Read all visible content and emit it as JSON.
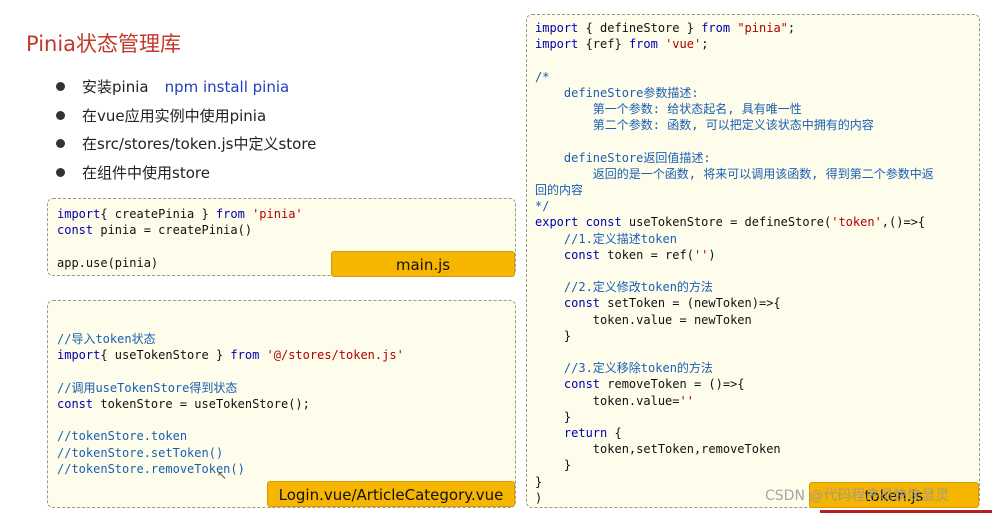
{
  "title": "Pinia状态管理库",
  "bullets": [
    {
      "text": "安装pinia",
      "cmd": "npm install pinia"
    },
    {
      "text": "在vue应用实例中使用pinia",
      "cmd": ""
    },
    {
      "text": "在src/stores/token.js中定义store",
      "cmd": ""
    },
    {
      "text": "在组件中使用store",
      "cmd": ""
    }
  ],
  "main_panel": {
    "lines": [
      [
        [
          "kw",
          "import"
        ],
        [
          "",
          "{ createPinia } "
        ],
        [
          "kw",
          "from"
        ],
        [
          "str",
          " 'pinia'"
        ]
      ],
      [
        [
          "kw",
          "const"
        ],
        [
          "",
          " pinia = createPinia()"
        ]
      ],
      [
        [
          "",
          ""
        ]
      ],
      [
        [
          "",
          "app.use(pinia)"
        ]
      ]
    ],
    "tag": "main.js"
  },
  "login_panel": {
    "lines": [
      [
        [
          "",
          ""
        ]
      ],
      [
        [
          "com",
          "//导入token状态"
        ]
      ],
      [
        [
          "kw",
          "import"
        ],
        [
          "",
          "{ useTokenStore } "
        ],
        [
          "kw",
          "from"
        ],
        [
          "str",
          " '@/stores/token.js'"
        ]
      ],
      [
        [
          "",
          ""
        ]
      ],
      [
        [
          "com",
          "//调用useTokenStore得到状态"
        ]
      ],
      [
        [
          "kw",
          "const"
        ],
        [
          "",
          " tokenStore = useTokenStore();"
        ]
      ],
      [
        [
          "",
          ""
        ]
      ],
      [
        [
          "com",
          "//tokenStore.token"
        ]
      ],
      [
        [
          "com",
          "//tokenStore.setToken()"
        ]
      ],
      [
        [
          "com",
          "//tokenStore.removeToken()"
        ]
      ]
    ],
    "tag": "Login.vue/ArticleCategory.vue"
  },
  "store_panel": {
    "lines": [
      [
        [
          "kw",
          "import"
        ],
        [
          "",
          " { defineStore } "
        ],
        [
          "kw",
          "from"
        ],
        [
          "str",
          " \"pinia\""
        ],
        [
          "",
          ";"
        ]
      ],
      [
        [
          "kw",
          "import"
        ],
        [
          "",
          " {ref} "
        ],
        [
          "kw",
          "from"
        ],
        [
          "str",
          " 'vue'"
        ],
        [
          "",
          ";"
        ]
      ],
      [
        [
          "",
          ""
        ]
      ],
      [
        [
          "com",
          "/*"
        ]
      ],
      [
        [
          "com",
          "    defineStore参数描述:"
        ]
      ],
      [
        [
          "com",
          "        第一个参数: 给状态起名, 具有唯一性"
        ]
      ],
      [
        [
          "com",
          "        第二个参数: 函数, 可以把定义该状态中拥有的内容"
        ]
      ],
      [
        [
          "",
          ""
        ]
      ],
      [
        [
          "com",
          "    defineStore返回值描述:"
        ]
      ],
      [
        [
          "com",
          "        返回的是一个函数, 将来可以调用该函数, 得到第二个参数中返"
        ]
      ],
      [
        [
          "com",
          "回的内容"
        ]
      ],
      [
        [
          "com",
          "*/"
        ]
      ],
      [
        [
          "kw",
          "export const"
        ],
        [
          "",
          " useTokenStore = defineStore("
        ],
        [
          "str",
          "'token'"
        ],
        [
          "",
          ",()=>{"
        ]
      ],
      [
        [
          "com",
          "    //1.定义描述token"
        ]
      ],
      [
        [
          "kw",
          "    const"
        ],
        [
          "",
          " token = ref("
        ],
        [
          "str",
          "''"
        ],
        [
          "",
          ")"
        ]
      ],
      [
        [
          "",
          ""
        ]
      ],
      [
        [
          "com",
          "    //2.定义修改token的方法"
        ]
      ],
      [
        [
          "kw",
          "    const"
        ],
        [
          "",
          " setToken = (newToken)=>{"
        ]
      ],
      [
        [
          "",
          "        token.value = newToken"
        ]
      ],
      [
        [
          "",
          "    }"
        ]
      ],
      [
        [
          "",
          ""
        ]
      ],
      [
        [
          "com",
          "    //3.定义移除token的方法"
        ]
      ],
      [
        [
          "kw",
          "    const"
        ],
        [
          "",
          " removeToken = ()=>{"
        ]
      ],
      [
        [
          "",
          "        token.value="
        ],
        [
          "str",
          "''"
        ]
      ],
      [
        [
          "",
          "    }"
        ]
      ],
      [
        [
          "kw",
          "    return"
        ],
        [
          "",
          " {"
        ]
      ],
      [
        [
          "",
          "        token,setToken,removeToken"
        ]
      ],
      [
        [
          "",
          "    }"
        ]
      ],
      [
        [
          "",
          "}"
        ]
      ],
      [
        [
          "",
          ")"
        ]
      ]
    ],
    "tag": "token.js"
  },
  "watermark": "CSDN @代码程序员快快显灵",
  "colors": {
    "title": "#c0392b",
    "panel_bg": "#fefcea",
    "tag_bg": "#f6b600",
    "keyword": "#0000b0",
    "string": "#b00000",
    "comment": "#1a5fb4"
  }
}
